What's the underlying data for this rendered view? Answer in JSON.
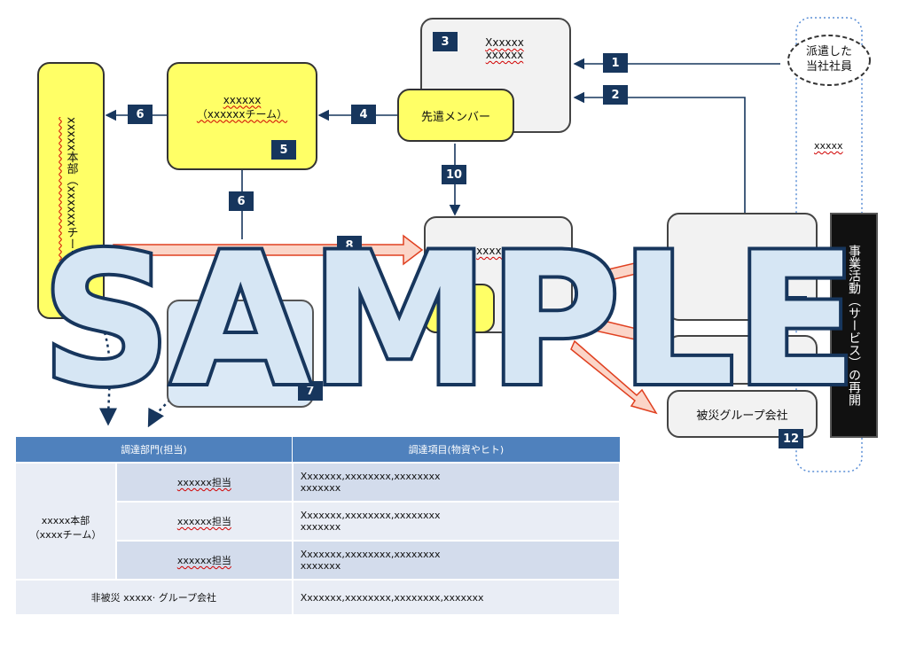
{
  "nodes": {
    "n3": {
      "label": "Xxxxxx\nxxxxxx",
      "tag": "3"
    },
    "senken": {
      "label": "先遣メンバー"
    },
    "haken": {
      "label": "派遣した\n当社社員"
    },
    "n5": {
      "label": "xxxxxx\n（xxxxxxチーム）",
      "tag": "5"
    },
    "honbu_v": {
      "label": "xxxxx本部（xxxxxxチーム"
    },
    "xxxxx_side": {
      "label": "xxxxx"
    },
    "center": {
      "label": "xxxxxxx"
    },
    "right_top": {
      "tag": "13"
    },
    "hisai": {
      "label": "被災グループ会社",
      "tag": "12"
    },
    "jigyou": {
      "label": "事業活動（サービス）の再開"
    },
    "n7": {
      "tag": "7"
    }
  },
  "arrows": {
    "a1": "1",
    "a2": "2",
    "a4": "4",
    "a6a": "6",
    "a6b": "6",
    "a8": "8",
    "a10": "10"
  },
  "watermark": "SAMPLE",
  "table": {
    "headers": [
      "調達部門(担当)",
      "調達項目(物資やヒト)"
    ],
    "group": "xxxxx本部\n（xxxxチーム）",
    "rows": [
      {
        "tantou": "xxxxxx担当",
        "items": "Xxxxxxx,xxxxxxxx,xxxxxxxx\nxxxxxxx"
      },
      {
        "tantou": "xxxxxx担当",
        "items": "Xxxxxxx,xxxxxxxx,xxxxxxxx\nxxxxxxx"
      },
      {
        "tantou": "xxxxxx担当",
        "items": "Xxxxxxx,xxxxxxxx,xxxxxxxx\nxxxxxxx"
      }
    ],
    "last": {
      "name": "非被災 xxxxx· グループ会社",
      "items": "Xxxxxxx,xxxxxxxx,xxxxxxxx,xxxxxxx"
    }
  }
}
